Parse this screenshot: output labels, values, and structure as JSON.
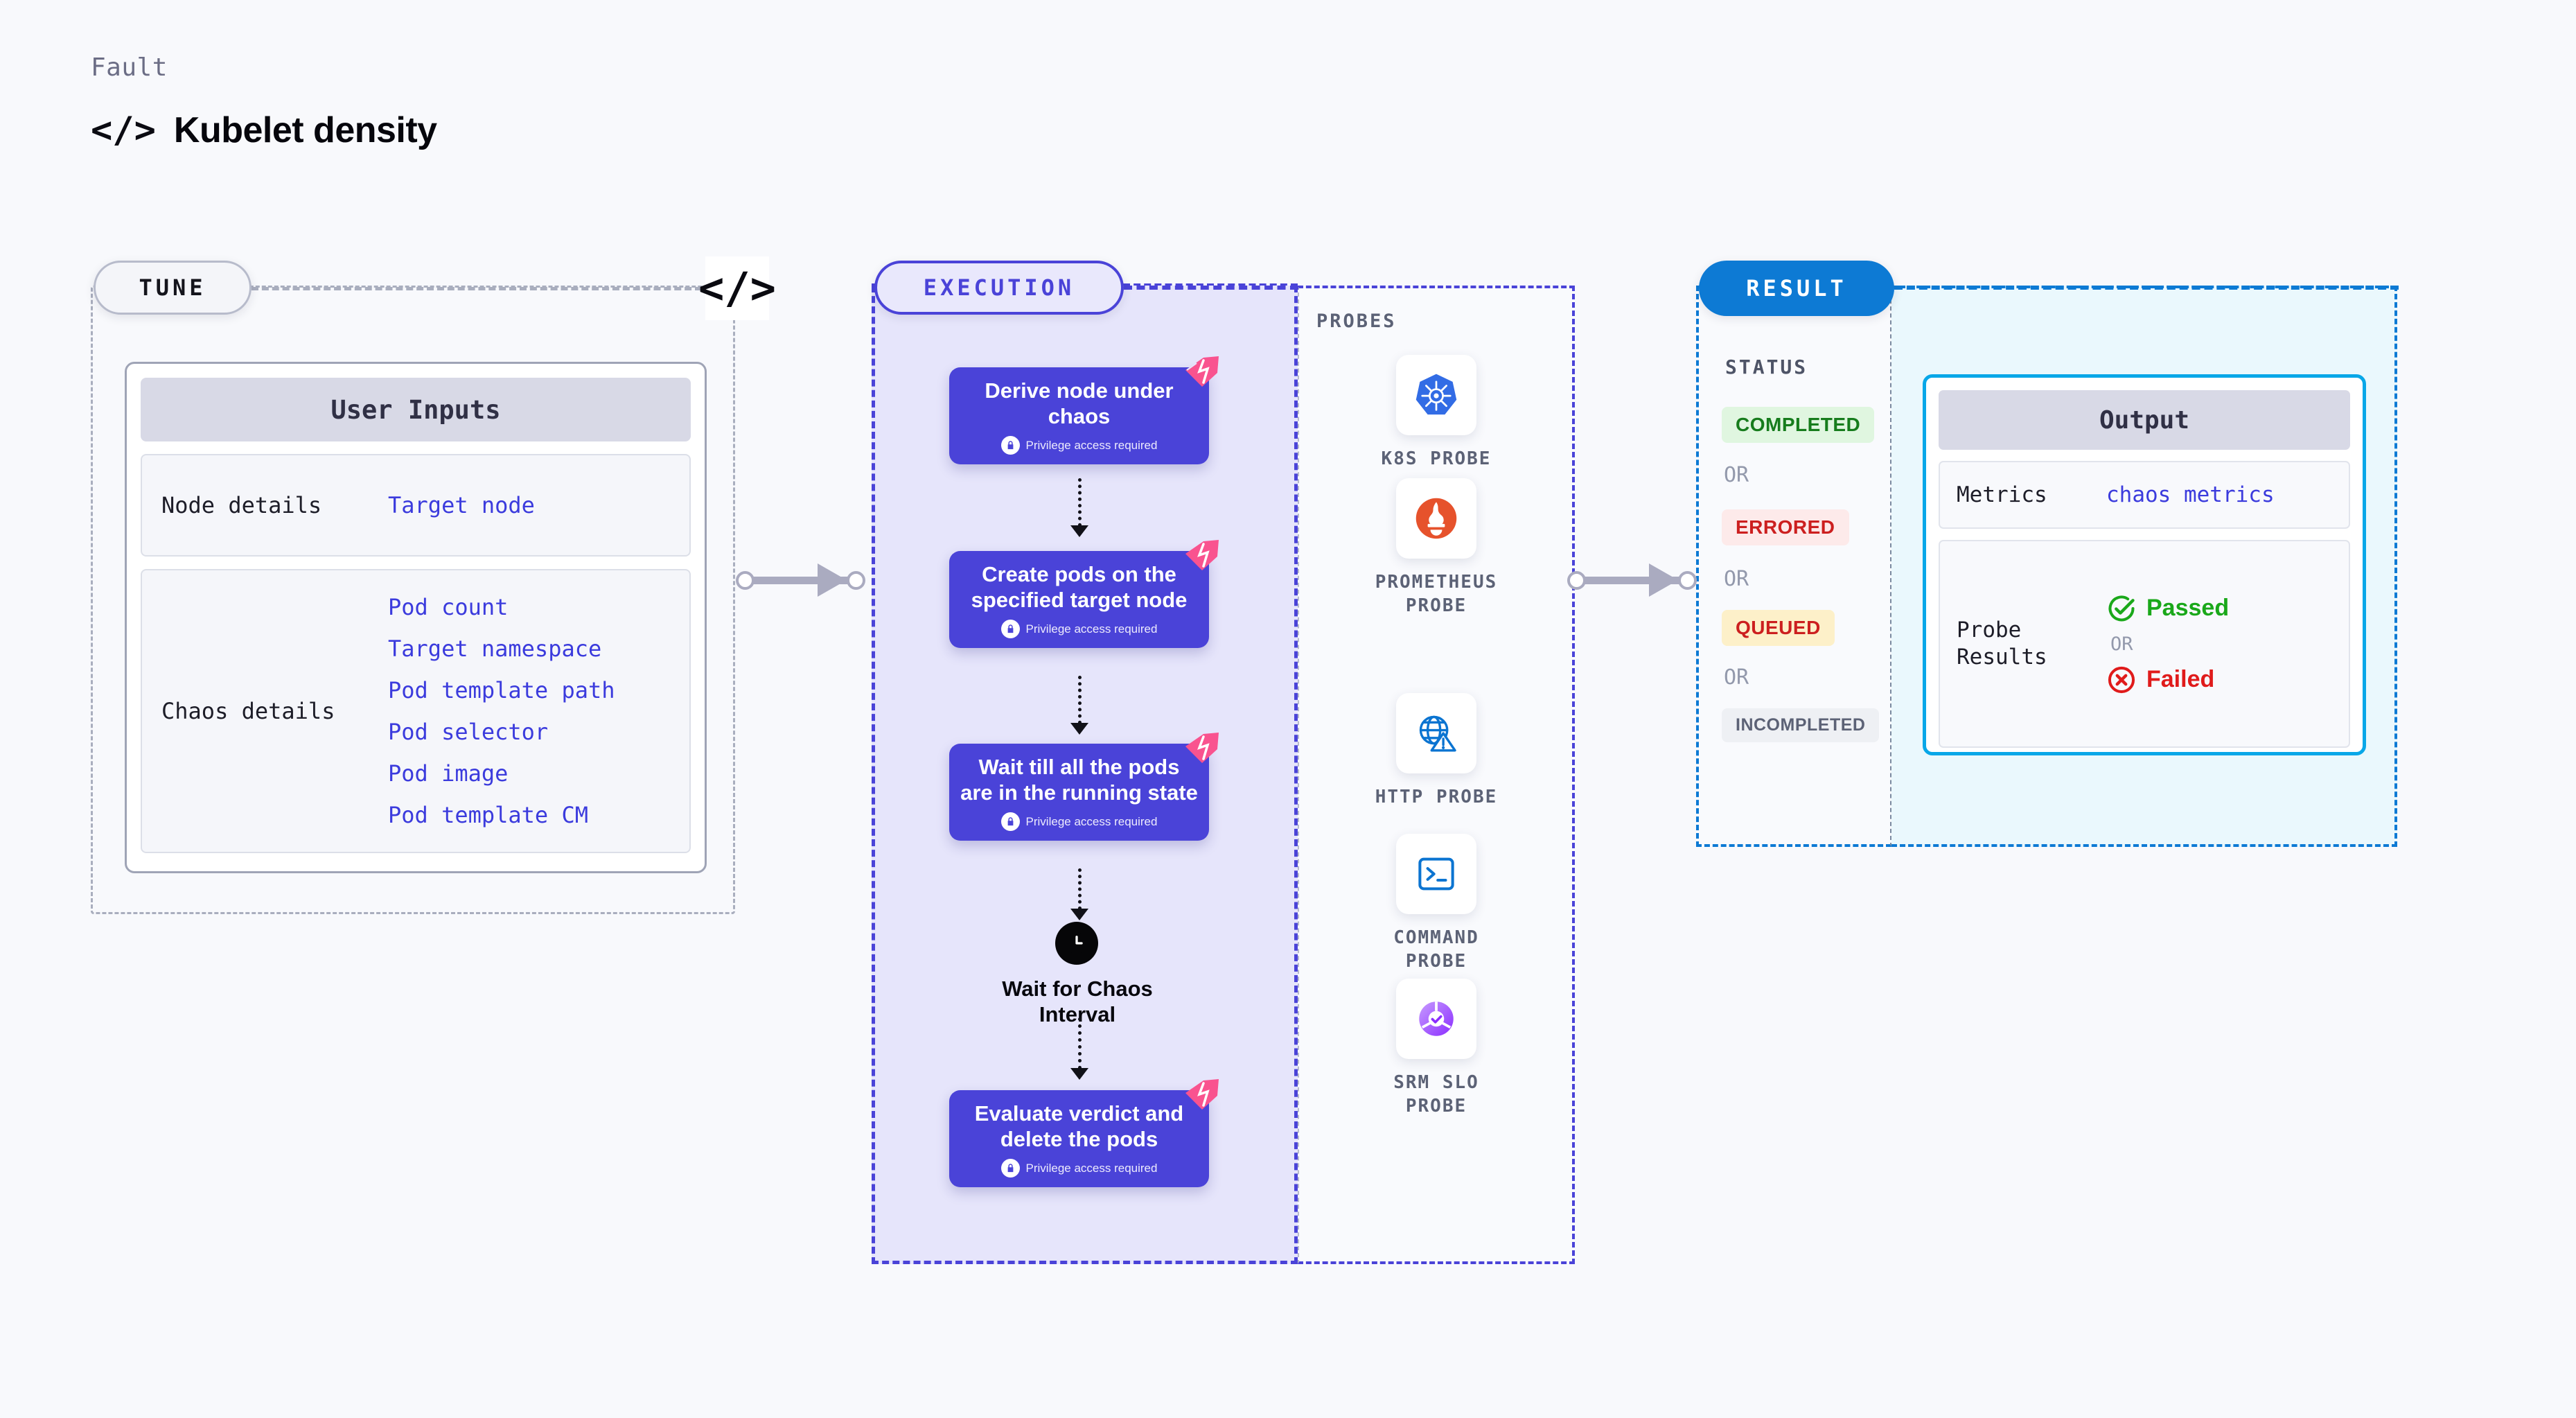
{
  "header": {
    "eyebrow": "Fault",
    "code_icon": "</>",
    "title": "Kubelet density"
  },
  "sections": {
    "tune": {
      "pill_label": "TUNE",
      "border_code_icon": "</>"
    },
    "execution": {
      "pill_label": "EXECUTION"
    },
    "result": {
      "pill_label": "RESULT"
    },
    "probes": {
      "title": "PROBES"
    }
  },
  "user_inputs": {
    "card_title": "User Inputs",
    "rows": [
      {
        "label": "Node details",
        "values": [
          "Target node"
        ]
      },
      {
        "label": "Chaos details",
        "values": [
          "Pod count",
          "Target namespace",
          "Pod template path",
          "Pod selector",
          "Pod image",
          "Pod template CM"
        ]
      }
    ]
  },
  "execution_steps": [
    {
      "title": "Derive node under chaos",
      "subtitle": "Privilege access required",
      "badge": "harness-logo-icon"
    },
    {
      "title": "Create pods on the specified target node",
      "subtitle": "Privilege access required",
      "badge": "harness-logo-icon"
    },
    {
      "title": "Wait till all the pods are in the running state",
      "subtitle": "Privilege access required",
      "badge": "harness-logo-icon"
    },
    {
      "title": "Evaluate verdict and delete the pods",
      "subtitle": "Privilege access required",
      "badge": "harness-logo-icon"
    }
  ],
  "wait_node": {
    "label": "Wait for Chaos Interval",
    "icon": "clock-icon"
  },
  "probes": [
    {
      "label": "K8S PROBE",
      "icon": "kubernetes-icon",
      "color": "#326ce5"
    },
    {
      "label": "PROMETHEUS PROBE",
      "icon": "prometheus-icon",
      "color": "#e6522c"
    },
    {
      "label": "HTTP PROBE",
      "icon": "globe-warning-icon",
      "color": "#0b74d1"
    },
    {
      "label": "COMMAND PROBE",
      "icon": "terminal-icon",
      "color": "#0b74d1"
    },
    {
      "label": "SRM SLO PROBE",
      "icon": "srm-slo-icon",
      "color": "#9747ff"
    }
  ],
  "status": {
    "title": "STATUS",
    "or_label": "OR",
    "badges": [
      {
        "label": "COMPLETED",
        "color": "#167c1c",
        "bg": "#e0f6e0"
      },
      {
        "label": "ERRORED",
        "color": "#cc1f1f",
        "bg": "#fdeaea"
      },
      {
        "label": "QUEUED",
        "color": "#cc1f1f",
        "bg": "#fdf0c9"
      },
      {
        "label": "INCOMPLETED",
        "color": "#5c6276",
        "bg": "#eef0f4"
      }
    ]
  },
  "output": {
    "card_title": "Output",
    "metrics_label": "Metrics",
    "metrics_value": "chaos metrics",
    "probe_results_label": "Probe Results",
    "or_label": "OR",
    "verdicts": [
      {
        "label": "Passed",
        "icon": "check-circle-icon",
        "color": "#1aa81a"
      },
      {
        "label": "Failed",
        "icon": "x-circle-icon",
        "color": "#e01b1b"
      }
    ]
  },
  "theme": {
    "background": "#f8f9fc",
    "execution_accent": "#4a43d8",
    "result_accent": "#0d7ad4",
    "output_accent": "#08a7e8",
    "tune_accent": "#a9aebe",
    "corner_badge": "#f9538f"
  }
}
